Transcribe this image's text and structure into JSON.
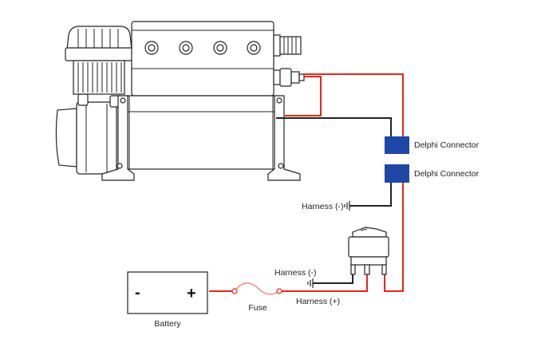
{
  "labels": {
    "delphi_connector_1": "Delphi Connector",
    "delphi_connector_2": "Delphi Connector",
    "harness_neg_upper": "Harness (-)",
    "harness_neg_lower": "Harness (-)",
    "harness_pos": "Harness (+)",
    "fuse": "Fuse",
    "battery": "Battery",
    "battery_neg": "-",
    "battery_pos": "+"
  },
  "colors": {
    "positive_wire": "#e8241b",
    "negative_wire": "#222222",
    "connector": "#1f47a8",
    "fuse_wire": "#f08a80"
  }
}
